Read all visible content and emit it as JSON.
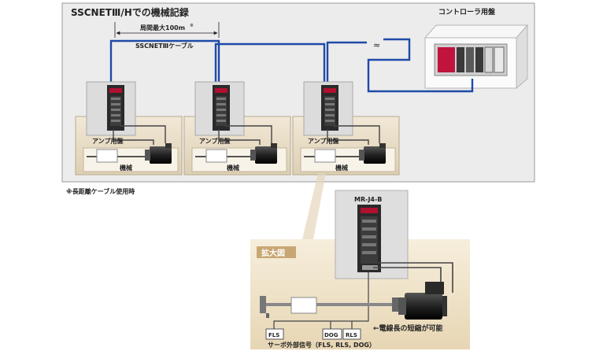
{
  "title": "SSCNETⅢ/Hでの機械記録",
  "controller_label": "コントローラ用盤",
  "distance_label": "局間最大100m",
  "distance_note_mark": "※",
  "cable_label": "SSCNETⅢケーブル",
  "amp_labels": [
    "アンプ用盤",
    "アンプ用盤",
    "アンプ用盤"
  ],
  "machine_labels": [
    "機械",
    "機械",
    "機械"
  ],
  "footnote": "※長距離ケーブル使用時",
  "zoom": {
    "title": "拡大図",
    "amp_model": "MR-J4-B",
    "limit_switches": [
      "FLS",
      "DOG",
      "RLS"
    ],
    "cable_note": "←電線長の短縮が可能",
    "signal_label": "サーボ外部信号（FLS, RLS, DOG）"
  },
  "colors": {
    "cable_blue": "#1f4aa8",
    "panel_bg": "#ececec",
    "cabinet_beige": "#e8dcc5",
    "zoom_bg": "#efe3c9",
    "zoom_title_bg": "#c9a774"
  }
}
